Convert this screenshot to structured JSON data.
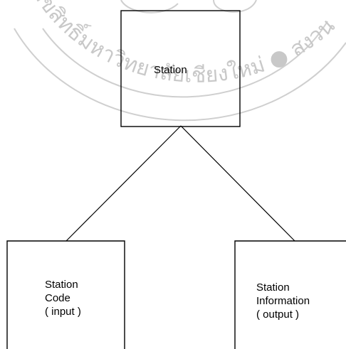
{
  "watermark": {
    "text": "ลิขสิทธิ์มหาวิทยาลัยเชียงใหม่ ● สงวนลิขสิทธิ์",
    "color": "#c8c8c8"
  },
  "diagram": {
    "root": {
      "label": "Station"
    },
    "children": [
      {
        "lines": [
          "Station",
          "Code",
          "( input )"
        ]
      },
      {
        "lines": [
          "Station",
          "Information",
          "( output )"
        ]
      }
    ]
  }
}
